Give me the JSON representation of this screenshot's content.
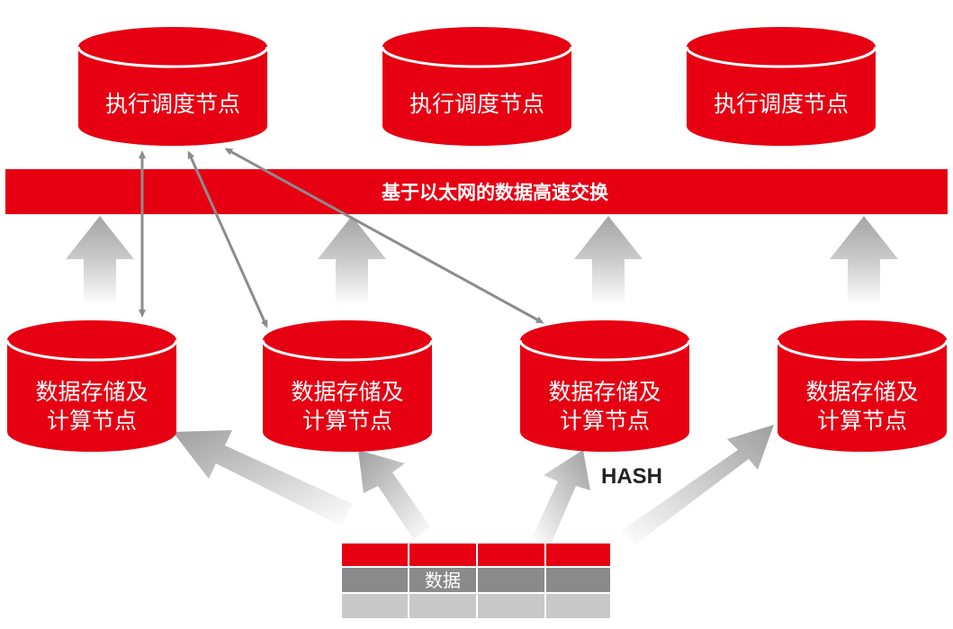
{
  "colors": {
    "red": "#e60012",
    "dark_red": "#b8000e",
    "gray_dark": "#8a8a8a",
    "gray_light": "#c8c8c8",
    "arrow_gray": "#9a9a9a",
    "link_gray": "#8c8c8c"
  },
  "scheduler_nodes": [
    {
      "label": "执行调度节点"
    },
    {
      "label": "执行调度节点"
    },
    {
      "label": "执行调度节点"
    }
  ],
  "bus": {
    "label": "基于以太网的数据高速交换"
  },
  "storage_nodes": [
    {
      "line1": "数据存储及",
      "line2": "计算节点"
    },
    {
      "line1": "数据存储及",
      "line2": "计算节点"
    },
    {
      "line1": "数据存储及",
      "line2": "计算节点"
    },
    {
      "line1": "数据存储及",
      "line2": "计算节点"
    }
  ],
  "hash_label": "HASH",
  "data_grid": {
    "label": "数据"
  }
}
